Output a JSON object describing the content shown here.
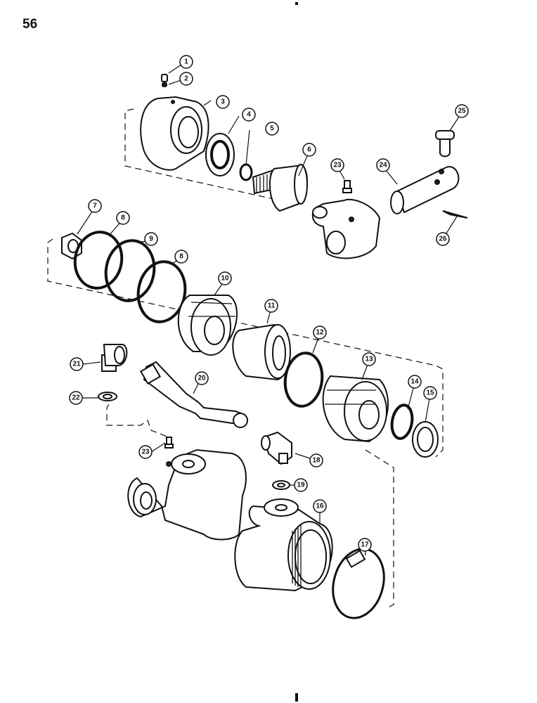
{
  "page": {
    "number": "56"
  },
  "callouts": [
    "1",
    "2",
    "3",
    "4",
    "5",
    "6",
    "7",
    "8",
    "9",
    "8",
    "10",
    "11",
    "12",
    "13",
    "14",
    "15",
    "16",
    "17",
    "18",
    "19",
    "20",
    "21",
    "22",
    "23",
    "23",
    "24",
    "25",
    "26"
  ]
}
